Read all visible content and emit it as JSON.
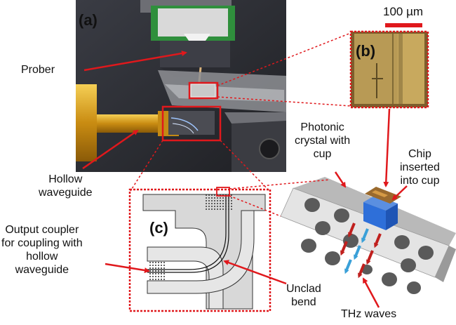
{
  "panels": {
    "a": "(a)",
    "b": "(b)",
    "c": "(c)"
  },
  "scale_bar": "100 µm",
  "labels": {
    "prober": "Prober",
    "hollow_waveguide": [
      "Hollow",
      "waveguide"
    ],
    "photonic_crystal": [
      "Photonic",
      "crystal with",
      "cup"
    ],
    "chip": [
      "Chip",
      "inserted",
      "into cup"
    ],
    "output_coupler": [
      "Output coupler",
      "for coupling with",
      "hollow",
      "waveguide"
    ],
    "unclad_bend": [
      "Unclad",
      "bend"
    ],
    "thz_waves": "THz waves"
  },
  "colors": {
    "annotation_red": "#e0181c",
    "photo_dark": "#2e2e33",
    "chip_gold": "#c8a95e",
    "waveguide_gold": "#d9a21f",
    "green_pcb": "#2f8f3c",
    "crystal_grey": "#e2e2e2",
    "chip_blue": "#2e6fd9",
    "wave_red": "#c0201e",
    "wave_blue": "#3aa0d8"
  }
}
